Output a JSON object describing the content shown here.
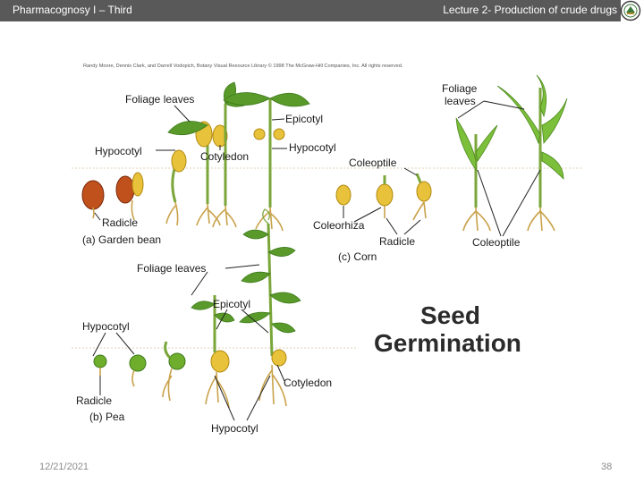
{
  "header": {
    "left_title": "Pharmacognosy I – Third",
    "right_title": "Lecture 2- Production of crude drugs"
  },
  "footer": {
    "date": "12/21/2021",
    "page_number": "38"
  },
  "diagram": {
    "credit": "Randy Moore, Dennis Clark, and Darrell Vodopich, Botany Visual Resource Library © 1998 The McGraw-Hill Companies, Inc. All rights reserved.",
    "title_line1": "Seed",
    "title_line2": "Germination",
    "bean": {
      "caption": "(a) Garden bean",
      "foliage_leaves": "Foliage leaves",
      "epicotyl": "Epicotyl",
      "hypocotyl_left": "Hypocotyl",
      "hypocotyl_right": "Hypocotyl",
      "cotyledon": "Cotyledon",
      "radicle": "Radicle"
    },
    "corn": {
      "caption": "(c) Corn",
      "foliage_leaves": "Foliage\nleaves",
      "coleoptile_top": "Coleoptile",
      "coleoptile_bottom": "Coleoptile",
      "coleorhiza": "Coleorhiza",
      "radicle": "Radicle"
    },
    "pea": {
      "caption": "(b) Pea",
      "foliage_leaves": "Foliage leaves",
      "epicotyl": "Epicotyl",
      "hypocotyl_left": "Hypocotyl",
      "hypocotyl_bottom": "Hypocotyl",
      "cotyledon": "Cotyledon",
      "radicle": "Radicle"
    }
  },
  "icons": {
    "seal": "university-seal-icon"
  },
  "colors": {
    "header_bg": "#595959",
    "header_text": "#ffffff",
    "footer_text": "#8c8c8c"
  }
}
